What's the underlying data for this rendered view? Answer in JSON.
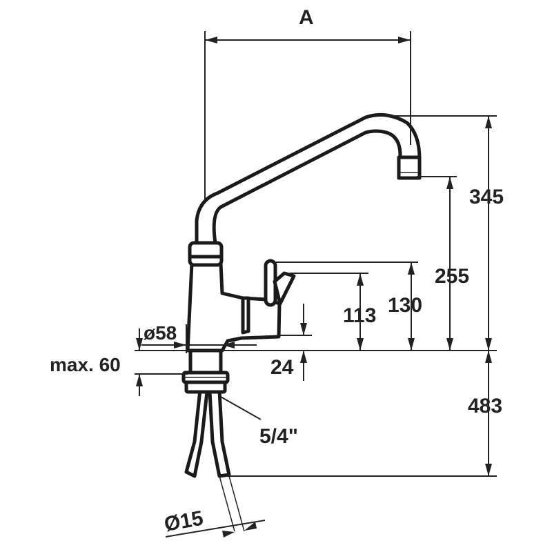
{
  "labels": {
    "width_a": "A",
    "height_345": "345",
    "height_255": "255",
    "height_130": "130",
    "height_113": "113",
    "height_24": "24",
    "height_483": "483",
    "diameter_58": "ø58",
    "max_60": "max. 60",
    "thread": "5/4\"",
    "diameter_15": "Ø15"
  },
  "colors": {
    "line": "#222222",
    "background": "#ffffff"
  }
}
